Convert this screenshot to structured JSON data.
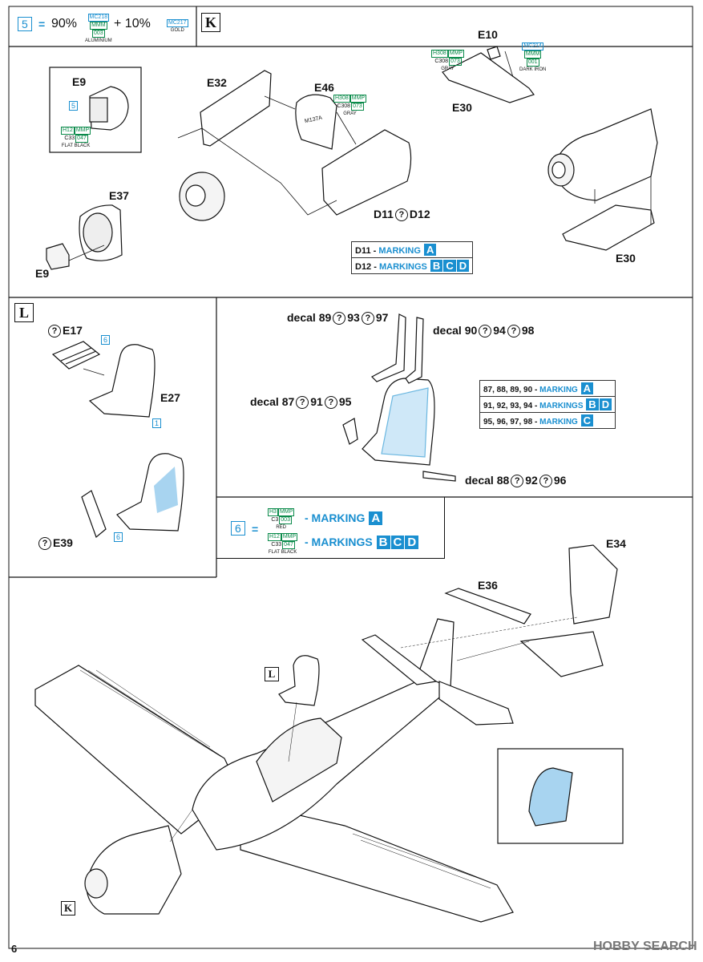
{
  "header_mix": {
    "number": "5",
    "equals": "=",
    "pct1": "90%",
    "paint1": {
      "code": "MC218",
      "brand": "MMM",
      "num": "003",
      "name": "ALUMINIUM"
    },
    "plus": "+ 10%",
    "paint2": {
      "code": "MC217",
      "name": "GOLD"
    }
  },
  "section_k": {
    "letter": "K",
    "parts": {
      "e9_top": "E9",
      "e9_bottom": "E9",
      "e37": "E37",
      "e32": "E32",
      "e46": "E46",
      "e10": "E10",
      "e30_top": "E30",
      "e30_bottom": "E30",
      "d11": "D11",
      "d12": "D12"
    },
    "e9_num": "5",
    "e9_paint": {
      "code": "H12",
      "brand": "MMP",
      "c": "C33",
      "num": "047",
      "name": "FLAT BLACK"
    },
    "e46_paint": {
      "code": "H308",
      "brand": "MMP",
      "c": "C308",
      "num": "073",
      "name": "GRAY"
    },
    "e30_paint": {
      "code": "H308",
      "brand": "MMP",
      "c": "C308",
      "num": "073",
      "name": "GRAY"
    },
    "e10_paint": {
      "code": "MC214",
      "brand": "MMM",
      "num": "001",
      "name": "DARK IRON"
    },
    "markings": [
      {
        "prefix": "D11 - ",
        "text": "MARKING",
        "boxes": [
          "A"
        ]
      },
      {
        "prefix": "D12 - ",
        "text": "MARKINGS",
        "boxes": [
          "B",
          "C",
          "D"
        ]
      }
    ],
    "e46_text": "M137A"
  },
  "section_l": {
    "letter": "L",
    "e17": "E17",
    "e27": "E27",
    "e39": "E39",
    "num6a": "6",
    "num1": "1",
    "num6b": "6"
  },
  "decals": {
    "d1": {
      "a": "decal 89",
      "b": "93",
      "c": "97"
    },
    "d2": {
      "a": "decal 90",
      "b": "94",
      "c": "98"
    },
    "d3": {
      "a": "decal 87",
      "b": "91",
      "c": "95"
    },
    "d4": {
      "a": "decal 88",
      "b": "92",
      "c": "96"
    },
    "table": [
      {
        "nums": "87, 88, 89, 90 - ",
        "text": "MARKING",
        "boxes": [
          "A"
        ]
      },
      {
        "nums": "91, 92, 93, 94 - ",
        "text": "MARKINGS",
        "boxes": [
          "B",
          "D"
        ]
      },
      {
        "nums": "95, 96, 97, 98 - ",
        "text": "MARKING",
        "boxes": [
          "C"
        ]
      }
    ]
  },
  "legend6": {
    "number": "6",
    "equals": "=",
    "paint_a": {
      "code": "H3",
      "brand": "MMP",
      "c": "C3",
      "num": "003",
      "name": "RED"
    },
    "paint_b": {
      "code": "H12",
      "brand": "MMP",
      "c": "C33",
      "num": "047",
      "name": "FLAT BLACK"
    },
    "row_a": {
      "text": "- MARKING",
      "boxes": [
        "A"
      ]
    },
    "row_b": {
      "text": "- MARKINGS",
      "boxes": [
        "B",
        "C",
        "D"
      ]
    }
  },
  "main": {
    "e34": "E34",
    "e36": "E36",
    "l_ref": "L",
    "k_ref": "K"
  },
  "footer": {
    "page_number": "6",
    "watermark": "HOBBY SEARCH"
  },
  "colors": {
    "accent_blue": "#1a8fd0",
    "paint_green": "#0a8a4a",
    "seat_blue": "#a8d4f0"
  }
}
